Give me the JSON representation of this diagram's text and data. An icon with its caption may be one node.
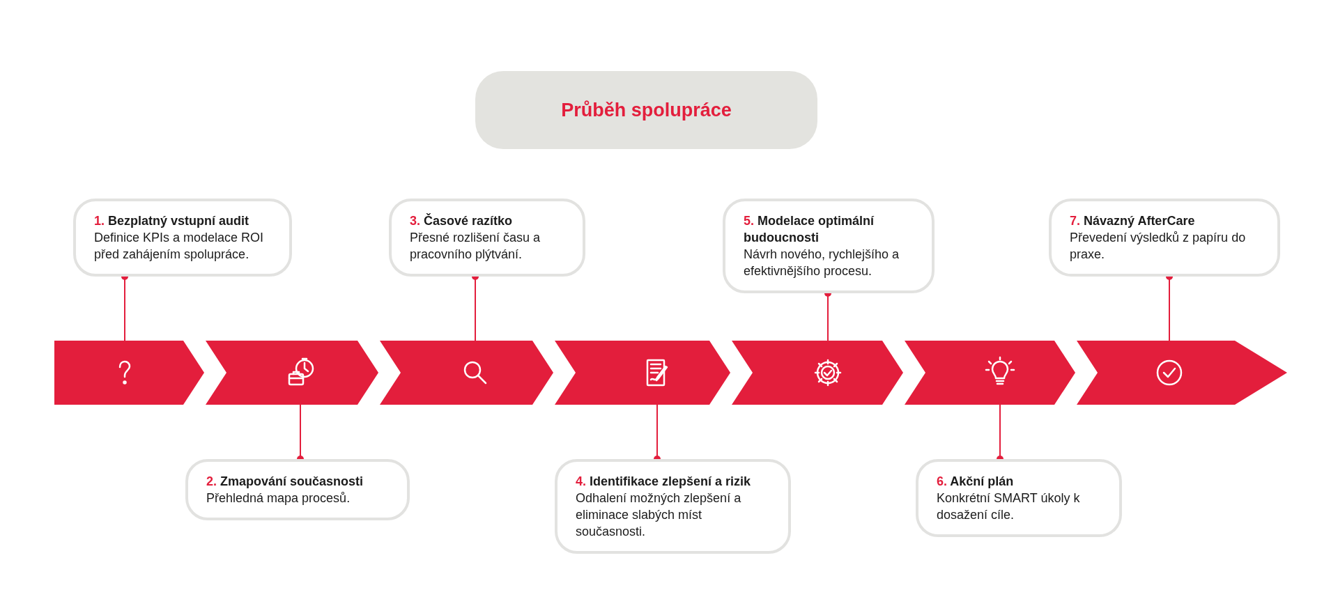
{
  "diagram": {
    "nodes": [
      {
        "text": [
          "Průběh spolupráce"
        ]
      },
      {
        "text": [
          "1. Bezplatný vstupní audit",
          "Definice KPIs a modelace ROI před zahájením spolupráce."
        ]
      },
      {
        "text": [
          "2. Zmapování současnosti",
          "Přehledná mapa procesů."
        ]
      },
      {
        "text": [
          "3. Časové razítko",
          "Přesné rozlišení času a pracovního plýtvání."
        ]
      },
      {
        "text": [
          "4. Identifikace zlepšení a rizik",
          "Odhalení možných zlepšení a eliminace slabých míst současnosti."
        ]
      },
      {
        "text": [
          "5. Modelace optimální budoucnosti",
          "Návrh nového, rychlejšího a efektivnějšího procesu."
        ]
      },
      {
        "text": [
          "6. Akční plán",
          "Konkrétní SMART úkoly k dosažení cíle."
        ]
      },
      {
        "text": [
          "7. Návazný AfterCare",
          "Převedení výsledků z papíru do praxe."
        ]
      },
      {
        "text": [],
        "shape": "chevron"
      },
      {
        "text": [],
        "shape": "chevron"
      },
      {
        "text": [],
        "shape": "chevron"
      },
      {
        "text": [],
        "shape": "chevron"
      },
      {
        "text": [],
        "shape": "chevron"
      },
      {
        "text": [],
        "shape": "chevron"
      },
      {
        "text": [],
        "shape": "chevron"
      }
    ],
    "edges": [
      {
        "from": 1,
        "to": 8,
        "arrow": "other"
      },
      {
        "from": 2,
        "to": 9,
        "arrow": "other"
      },
      {
        "from": 3,
        "to": 10,
        "arrow": "other"
      },
      {
        "from": 4,
        "to": 11,
        "arrow": "other"
      },
      {
        "from": 5,
        "to": 12,
        "arrow": "other"
      },
      {
        "from": 6,
        "to": 13,
        "arrow": "other"
      },
      {
        "from": 7,
        "to": 14,
        "arrow": "other"
      }
    ]
  }
}
